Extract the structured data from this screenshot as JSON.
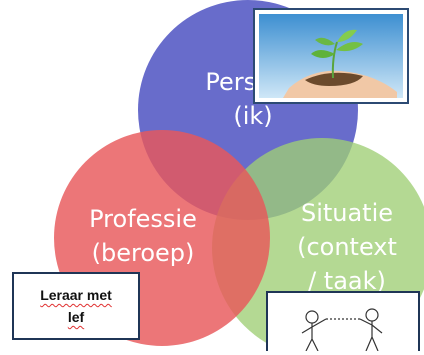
{
  "diagram": {
    "circles": [
      {
        "id": "persoon",
        "line1": "Persoon",
        "line2": "(ik)",
        "color": "#5b5fc7"
      },
      {
        "id": "professie",
        "line1": "Professie",
        "line2": "(beroep)",
        "color": "#e8585a"
      },
      {
        "id": "situatie",
        "line1": "Situatie",
        "line2": "(context",
        "line3": "/ taak)",
        "color": "#9fce74"
      }
    ],
    "note": {
      "line1": "Leraar met",
      "line2": "lef"
    },
    "photo_subject": "seedling-in-hands",
    "figure_subject": "two-stick-figures"
  }
}
